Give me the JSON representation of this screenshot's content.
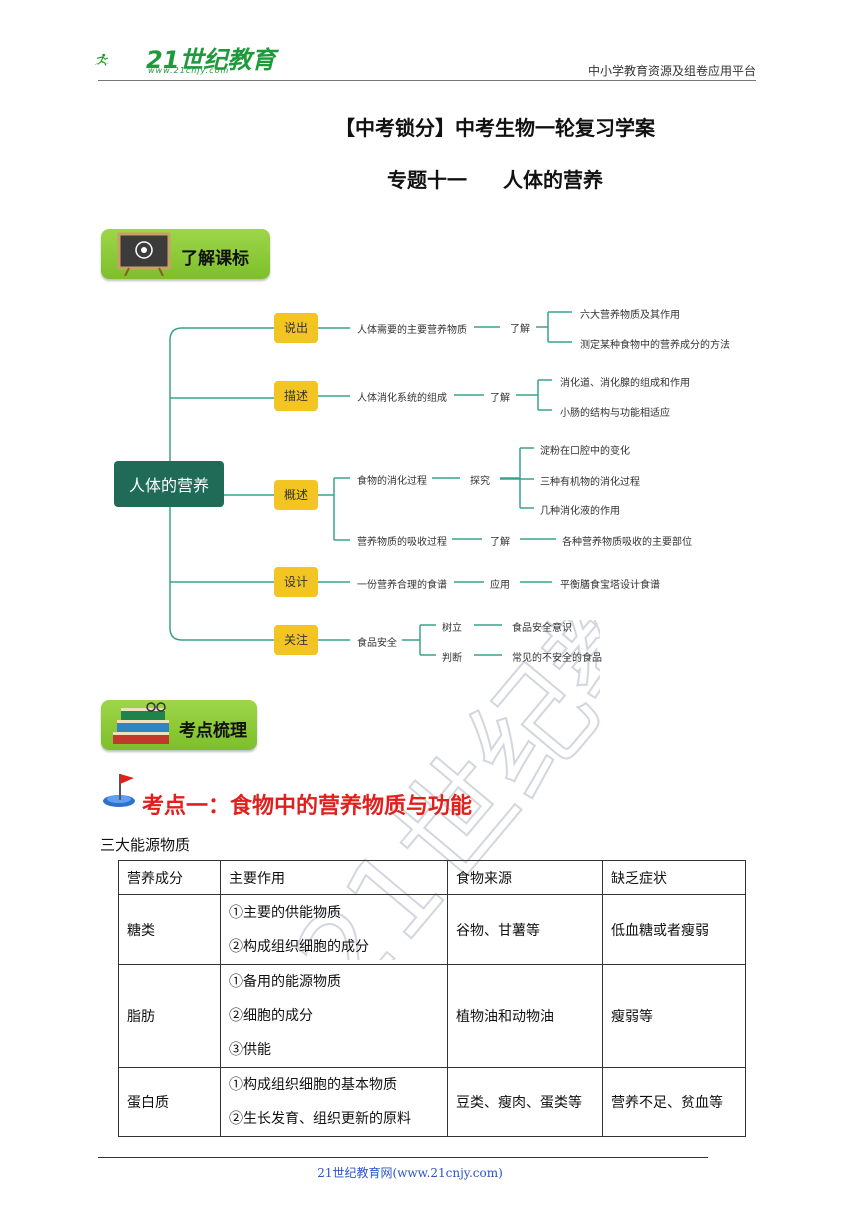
{
  "header": {
    "logo_text": "21世纪教育",
    "logo_url": "www.21cnjy.com",
    "right_text": "中小学教育资源及组卷应用平台"
  },
  "title": "【中考锁分】中考生物一轮复习学案",
  "subtitle": {
    "part1": "专题十一",
    "part2": "人体的营养"
  },
  "banner1": "了解课标",
  "banner2": "考点梳理",
  "mindmap": {
    "root": "人体的营养",
    "branches": [
      {
        "verb": "说出",
        "topic": "人体需要的主要营养物质",
        "level": "了解",
        "leaves": [
          "六大营养物质及其作用",
          "测定某种食物中的营养成分的方法"
        ]
      },
      {
        "verb": "描述",
        "topic": "人体消化系统的组成",
        "level": "了解",
        "leaves": [
          "消化道、消化腺的组成和作用",
          "小肠的结构与功能相适应"
        ]
      },
      {
        "verb": "概述",
        "topic": "食物的消化过程",
        "level": "探究",
        "leaves": [
          "淀粉在口腔中的变化",
          "三种有机物的消化过程",
          "几种消化液的作用"
        ]
      },
      {
        "verb": "概述",
        "topic": "营养物质的吸收过程",
        "level": "了解",
        "leaves": [
          "各种营养物质吸收的主要部位"
        ]
      },
      {
        "verb": "设计",
        "topic": "一份营养合理的食谱",
        "level": "应用",
        "leaves": [
          "平衡膳食宝塔设计食谱"
        ]
      },
      {
        "verb": "关注",
        "topic": "食品安全",
        "level": "",
        "sub": [
          {
            "level": "树立",
            "leaf": "食品安全意识"
          },
          {
            "level": "判断",
            "leaf": "常见的不安全的食品"
          }
        ]
      }
    ]
  },
  "section_heading": "考点一：食物中的营养物质与功能",
  "intro": "三大能源物质",
  "table": {
    "headers": [
      "营养成分",
      "主要作用",
      "食物来源",
      "缺乏症状"
    ],
    "rows": [
      {
        "name": "糖类",
        "functions": [
          "①主要的供能物质",
          "②构成组织细胞的成分"
        ],
        "source": "谷物、甘薯等",
        "symptom": "低血糖或者瘦弱"
      },
      {
        "name": "脂肪",
        "functions": [
          "①备用的能源物质",
          "②细胞的成分",
          "③供能"
        ],
        "source": "植物油和动物油",
        "symptom": "瘦弱等"
      },
      {
        "name": "蛋白质",
        "functions": [
          "①构成组织细胞的基本物质",
          "②生长发育、组织更新的原料"
        ],
        "source": "豆类、瘦肉、蛋类等",
        "symptom": "营养不足、贫血等"
      }
    ]
  },
  "footer": "21世纪教育网(www.21cnjy.com)",
  "watermark": "21世纪教",
  "colors": {
    "root": "#1f6b58",
    "node": "#f3c522",
    "line": "#3aa28c",
    "heading": "#e0201c",
    "banner": "#8ccb3a"
  }
}
